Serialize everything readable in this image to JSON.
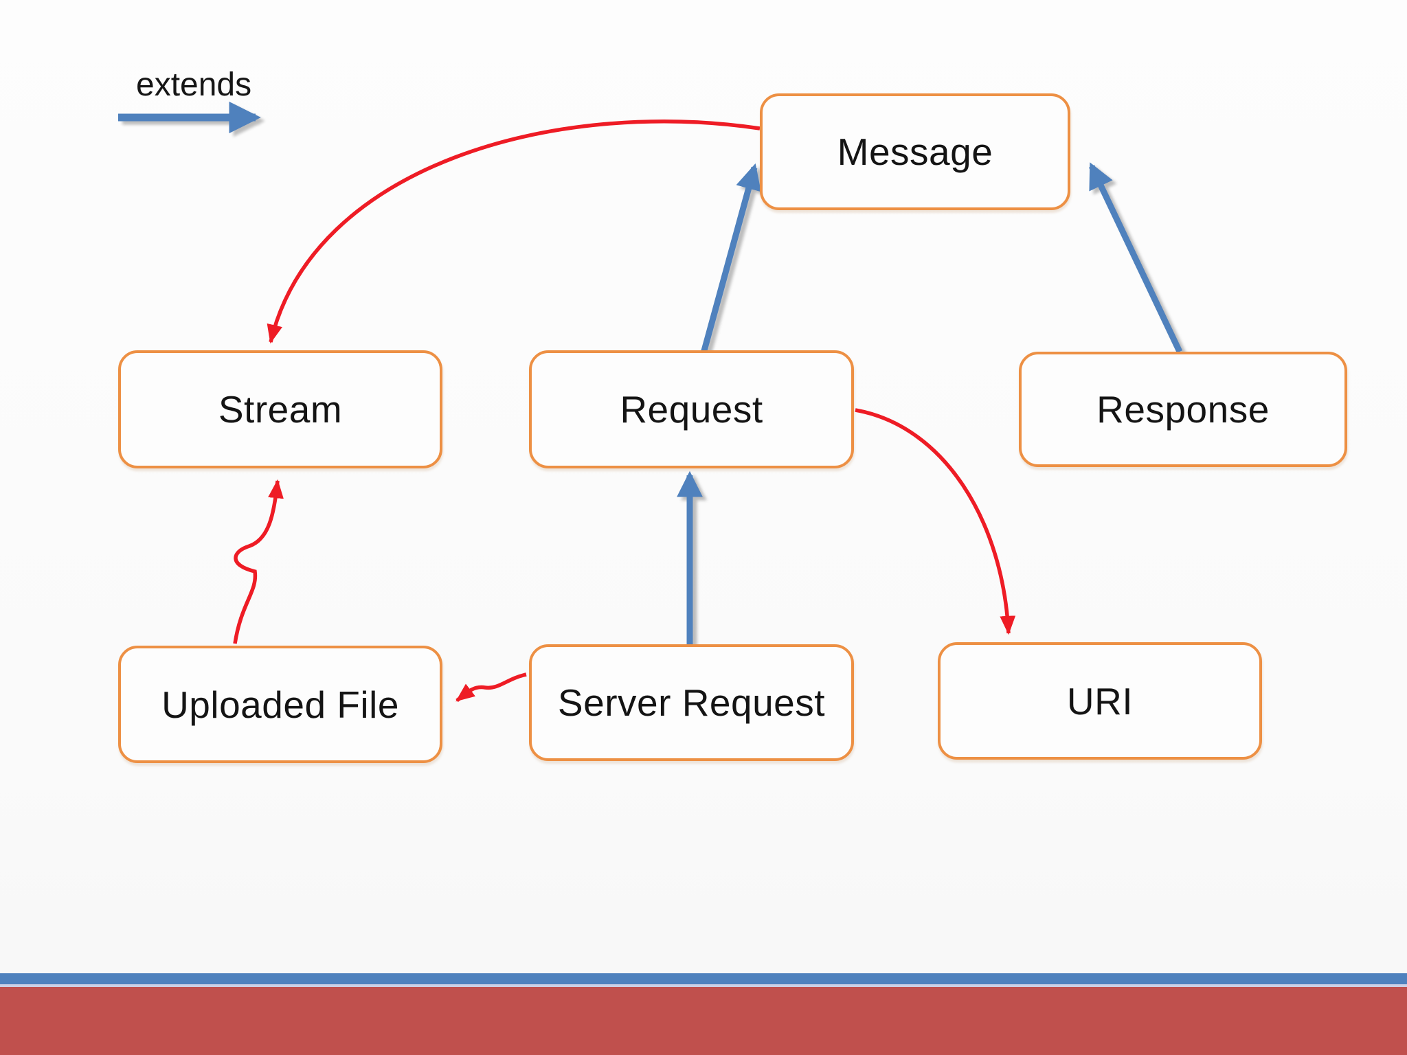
{
  "slide": {
    "legend": {
      "label": "extends"
    },
    "nodes": [
      {
        "id": "message",
        "label": "Message"
      },
      {
        "id": "stream",
        "label": "Stream"
      },
      {
        "id": "request",
        "label": "Request"
      },
      {
        "id": "response",
        "label": "Response"
      },
      {
        "id": "uploaded-file",
        "label": "Uploaded File"
      },
      {
        "id": "server-request",
        "label": "Server Request"
      },
      {
        "id": "uri",
        "label": "URI"
      }
    ],
    "relationships": [
      {
        "from": "Request",
        "to": "Message",
        "type": "extends",
        "style": "blue-arrow"
      },
      {
        "from": "Response",
        "to": "Message",
        "type": "extends",
        "style": "blue-arrow"
      },
      {
        "from": "Server Request",
        "to": "Request",
        "type": "extends",
        "style": "blue-arrow"
      },
      {
        "from": "Message",
        "to": "Stream",
        "type": "association",
        "style": "red-arrow"
      },
      {
        "from": "Request",
        "to": "URI",
        "type": "association",
        "style": "red-arrow"
      },
      {
        "from": "Uploaded File",
        "to": "Stream",
        "type": "association",
        "style": "red-arrow"
      },
      {
        "from": "Server Request",
        "to": "Uploaded File",
        "type": "association",
        "style": "red-arrow"
      }
    ],
    "colors": {
      "box_border": "#ED9044",
      "extends_arrow": "#4F81BD",
      "association_arrow": "#EE1C25",
      "footer_bar_top": "#4F81BD",
      "footer_separator": "#CBD0E6",
      "footer_bar_bottom": "#C0504D"
    }
  }
}
